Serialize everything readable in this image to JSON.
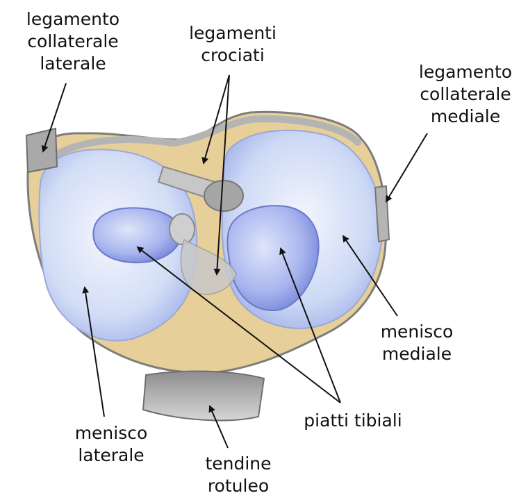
{
  "labels": {
    "lateral_collateral_ligament": [
      "legamento",
      "collaterale",
      "laterale"
    ],
    "cruciate_ligaments": [
      "legamenti",
      "crociati"
    ],
    "medial_collateral_ligament": [
      "legamento",
      "collaterale",
      "mediale"
    ],
    "medial_meniscus": [
      "menisco",
      "mediale"
    ],
    "tibial_plateaus": [
      "piatti tibiali"
    ],
    "lateral_meniscus": [
      "menisco",
      "laterale"
    ],
    "patellar_tendon": [
      "tendine",
      "rotuleo"
    ]
  },
  "colors": {
    "meniscus_blue": "#c9d6f4",
    "plateau_blue": "#8f9fe0",
    "bone_yellow": "#e8cf96",
    "ligament_gray": "#b9b9b9",
    "arrow": "#111111"
  }
}
